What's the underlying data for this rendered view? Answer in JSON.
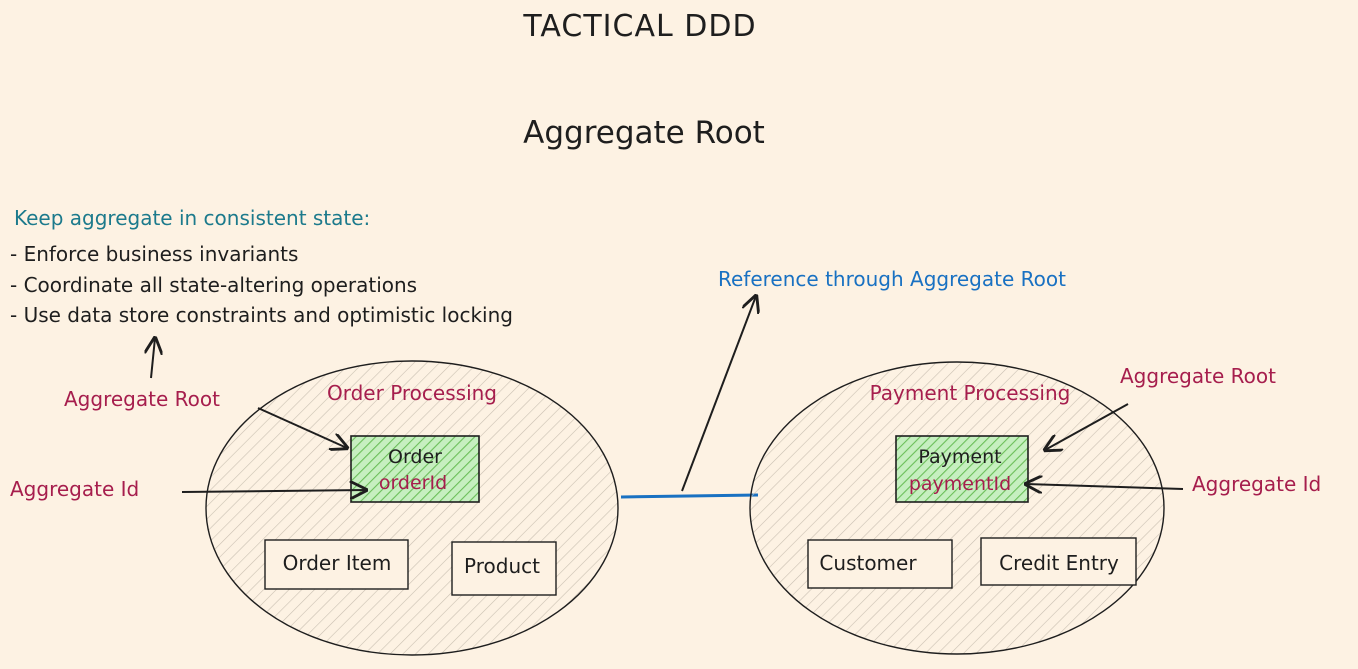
{
  "title": "TACTICAL DDD",
  "subtitle": "Aggregate Root",
  "consistency_heading": "Keep aggregate in consistent state:",
  "bullets": [
    "- Enforce business invariants",
    "- Coordinate all state-altering operations",
    "- Use data store constraints and optimistic locking"
  ],
  "reference_label": "Reference through Aggregate Root",
  "left_context": {
    "name": "Order Processing",
    "root_label": "Aggregate Root",
    "id_label": "Aggregate Id",
    "root_entity": "Order",
    "root_id": "orderId",
    "entities": [
      "Order Item",
      "Product"
    ]
  },
  "right_context": {
    "name": "Payment Processing",
    "root_label": "Aggregate Root",
    "id_label": "Aggregate Id",
    "root_entity": "Payment",
    "root_id": "paymentId",
    "entities": [
      "Customer",
      "Credit Entry"
    ]
  },
  "colors": {
    "background": "#fdf2e3",
    "root_fill": "#b2f2bb",
    "root_hatch": "#6bbf59",
    "maroon": "#a61e4d",
    "teal": "#1c7a8c",
    "blue": "#1971c2",
    "ink": "#1e1e1e"
  }
}
